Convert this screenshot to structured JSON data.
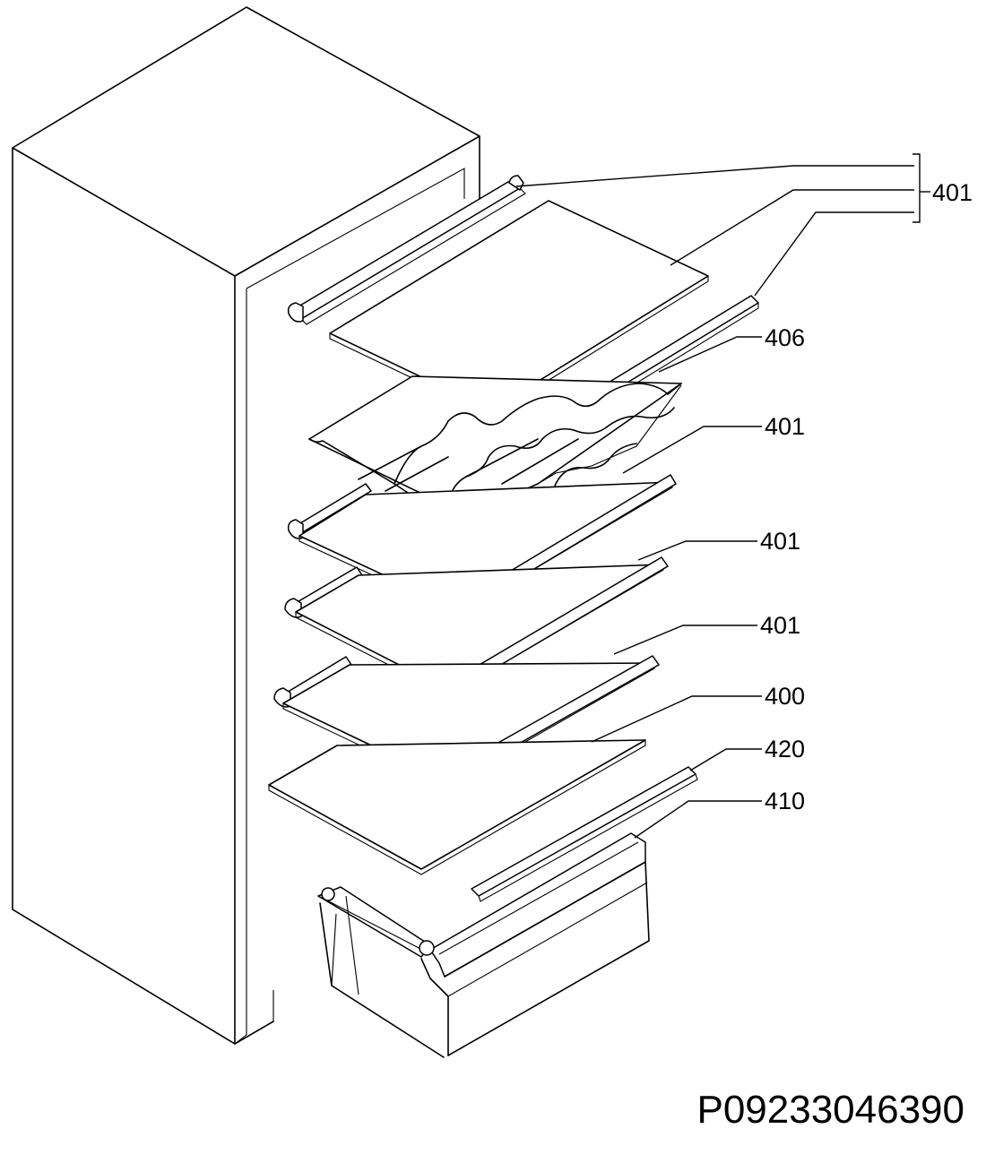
{
  "labels": {
    "top_group": "401",
    "wine_rack": "406",
    "shelf_2": "401",
    "shelf_3": "401",
    "shelf_4": "401",
    "crisper_cover": "400",
    "crisper_trim": "420",
    "crisper_drawer": "410"
  },
  "drawing_code": "P09233046390"
}
